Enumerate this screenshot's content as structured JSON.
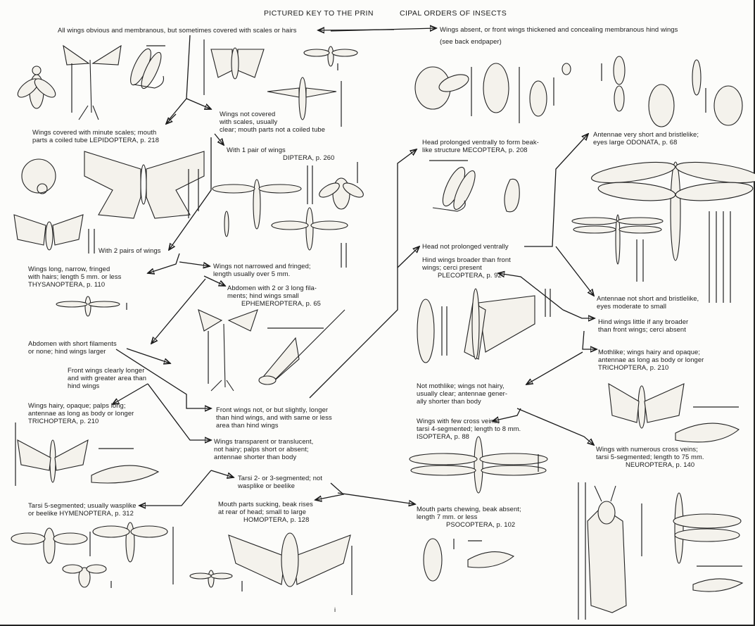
{
  "title_left": "PICTURED KEY TO THE PRIN",
  "title_right": "CIPAL ORDERS OF INSECTS",
  "page_number": "i",
  "nodes": {
    "all_wings": "All wings obvious and membranous, but sometimes covered with scales or hairs",
    "wings_absent_1": "Wings absent, or front wings thickened and concealing membranous hind wings",
    "wings_absent_2": "(see back endpaper)",
    "scales_1": "Wings covered with minute scales; mouth",
    "scales_2": "parts a coiled tube    LEPIDOPTERA, p. 218",
    "not_covered_1": "Wings not covered",
    "not_covered_2": "with scales, usually",
    "not_covered_3": "clear; mouth parts not a coiled tube",
    "one_pair_1": "With 1 pair of wings",
    "one_pair_2": "DIPTERA, p. 260",
    "two_pairs": "With 2 pairs of wings",
    "thys_1": "Wings long, narrow, fringed",
    "thys_2": "with hairs; length 5 mm. or less",
    "thys_3": "THYSANOPTERA, p. 110",
    "not_narrow_1": "Wings not narrowed and fringed;",
    "not_narrow_2": "length usually over 5 mm.",
    "ephem_1": "Abdomen with 2 or 3 long fila-",
    "ephem_2": "ments; hind wings small",
    "ephem_3": "EPHEMEROPTERA, p. 65",
    "short_fil_1": "Abdomen with short filaments",
    "short_fil_2": "or none; hind wings larger",
    "front_longer_1": "Front wings clearly longer",
    "front_longer_2": "and with greater area than",
    "front_longer_3": "hind wings",
    "trich_l_1": "Wings hairy, opaque; palps long;",
    "trich_l_2": "antennae as long as body or longer",
    "trich_l_3": "TRICHOPTERA, p. 210",
    "front_not_1": "Front wings not, or but slightly, longer",
    "front_not_2": "than hind wings, and with same or less",
    "front_not_3": "area than hind wings",
    "transparent_1": "Wings transparent or translucent,",
    "transparent_2": "not hairy; palps short or absent;",
    "transparent_3": "antennae shorter than body",
    "tarsi23_1": "Tarsi 2- or 3-segmented; not",
    "tarsi23_2": "wasplike or beelike",
    "hymen_1": "Tarsi 5-segmented; usually wasplike",
    "hymen_2": "or beelike    HYMENOPTERA, p. 312",
    "homop_1": "Mouth parts sucking, beak rises",
    "homop_2": "at rear of head; small to large",
    "homop_3": "HOMOPTERA, p. 128",
    "psoc_1": "Mouth parts chewing, beak absent;",
    "psoc_2": "length 7 mm. or less",
    "psoc_3": "PSOCOPTERA, p. 102",
    "mecop_1": "Head prolonged ventrally to form beak-",
    "mecop_2": "like structure    MECOPTERA, p. 208",
    "odon_1": "Antennae very short and bristlelike;",
    "odon_2": "eyes large    ODONATA, p. 68",
    "not_prolonged": "Head not prolonged ventrally",
    "pleco_1": "Hind wings broader than front",
    "pleco_2": "wings; cerci present",
    "pleco_3": "PLECOPTERA, p. 92",
    "ant_not_short_1": "Antennae not short and bristlelike,",
    "ant_not_short_2": "eyes moderate to small",
    "hind_little_1": "Hind wings little if any broader",
    "hind_little_2": "than front wings; cerci absent",
    "trich_r_1": "Mothlike; wings hairy and opaque;",
    "trich_r_2": "antennae as long as body or longer",
    "trich_r_3": "TRICHOPTERA, p. 210",
    "not_moth_1": "Not mothlike; wings not hairy,",
    "not_moth_2": "usually clear; antennae gener-",
    "not_moth_3": "ally shorter than body",
    "isop_1": "Wings with few cross veins;",
    "isop_2": "tarsi 4-segmented; length to 8 mm.",
    "isop_3": "ISOPTERA, p. 88",
    "neur_1": "Wings with numerous cross veins;",
    "neur_2": "tarsi 5-segmented; length to 75 mm.",
    "neur_3": "NEUROPTERA, p. 140"
  }
}
